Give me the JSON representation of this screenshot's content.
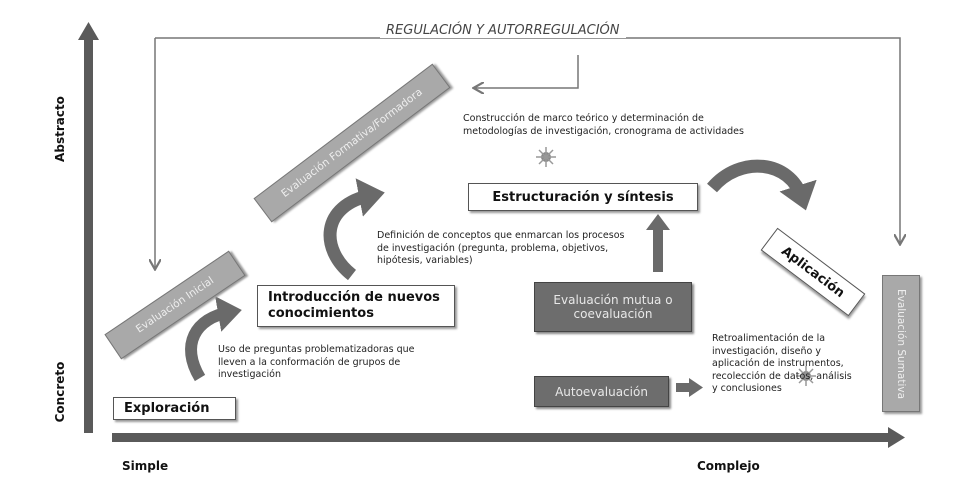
{
  "title": "REGULACIÓN Y AUTORREGULACIÓN",
  "axes": {
    "y_top": "Abstracto",
    "y_bottom": "Concreto",
    "x_left": "Simple",
    "x_right": "Complejo"
  },
  "stages": {
    "exploracion": "Exploración",
    "introduccion": "Introducción de nuevos conocimientos",
    "estructuracion": "Estructuración y síntesis",
    "aplicacion": "Aplicación"
  },
  "evaluations": {
    "inicial": "Evaluación Inicial",
    "formativa": "Evaluación Formativa/Formadora",
    "mutua": "Evaluación mutua o coevaluación",
    "auto": "Autoevaluación",
    "sumativa": "Evaluación Sumativa"
  },
  "notes": {
    "construccion": "Construcción de marco teórico y determinación de metodologías de investigación, cronograma de actividades",
    "definicion": "Definición de conceptos que enmarcan los procesos de investigación (pregunta, problema, objetivos, hipótesis, variables)",
    "uso": "Uso de preguntas problematizadoras que lleven a la conformación de grupos de investigación",
    "retro": "Retroalimentación de la investigación, diseño y aplicación de instrumentos, recolección de datos, análisis y conclusiones"
  },
  "colors": {
    "axis": "#5a5a5a",
    "dark_box": "#6d6d6d",
    "ribbon": "#a9a9a9",
    "line": "#777777"
  }
}
